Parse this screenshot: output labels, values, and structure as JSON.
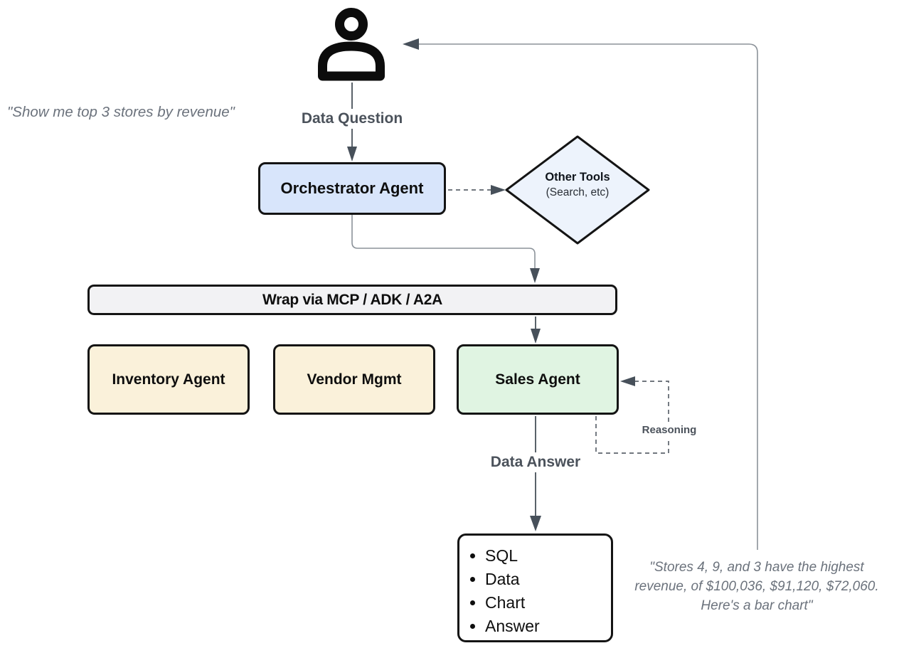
{
  "quotes": {
    "user": "\"Show me top 3 stores by revenue\"",
    "answer": "\"Stores 4, 9, and 3 have the highest\nrevenue, of $100,036, $91,120, $72,060.\nHere's a bar chart\""
  },
  "labels": {
    "data_question": "Data Question",
    "data_answer": "Data Answer",
    "reasoning": "Reasoning"
  },
  "nodes": {
    "orchestrator": "Orchestrator Agent",
    "other_tools_title": "Other Tools",
    "other_tools_subtitle": "(Search, etc)",
    "wrap_bar": "Wrap via MCP / ADK / A2A",
    "agents": [
      {
        "label": "Inventory Agent"
      },
      {
        "label": "Vendor Mgmt"
      },
      {
        "label": "Sales Agent"
      }
    ],
    "output_items": [
      "SQL",
      "Data",
      "Chart",
      "Answer"
    ]
  },
  "icons": {
    "user": "person-icon"
  },
  "colors": {
    "orchestrator_fill": "#d8e5fb",
    "tools_fill": "#edf3fc",
    "agent_fill": "#faf1da",
    "sales_fill": "#e0f4e2",
    "bar_fill": "#f2f2f4",
    "arrow": "#47505a",
    "soft_line": "#8b9299",
    "label_text": "#4b525b",
    "quote_text": "#6b727c",
    "node_border": "#141414"
  }
}
